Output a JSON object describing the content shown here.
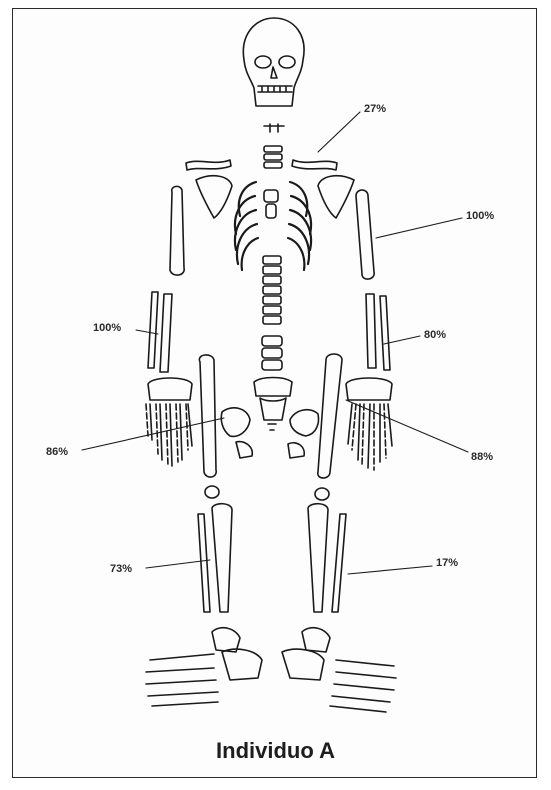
{
  "figure": {
    "caption": "Individuo A",
    "labels": {
      "clavicle": "27%",
      "humerus": "100%",
      "radius_ulna_right": "100%",
      "radius_ulna_left": "80%",
      "hand_right": "86%",
      "hand_left": "88%",
      "tibia_fibula_right": "73%",
      "tibia_fibula_left": "17%"
    }
  }
}
